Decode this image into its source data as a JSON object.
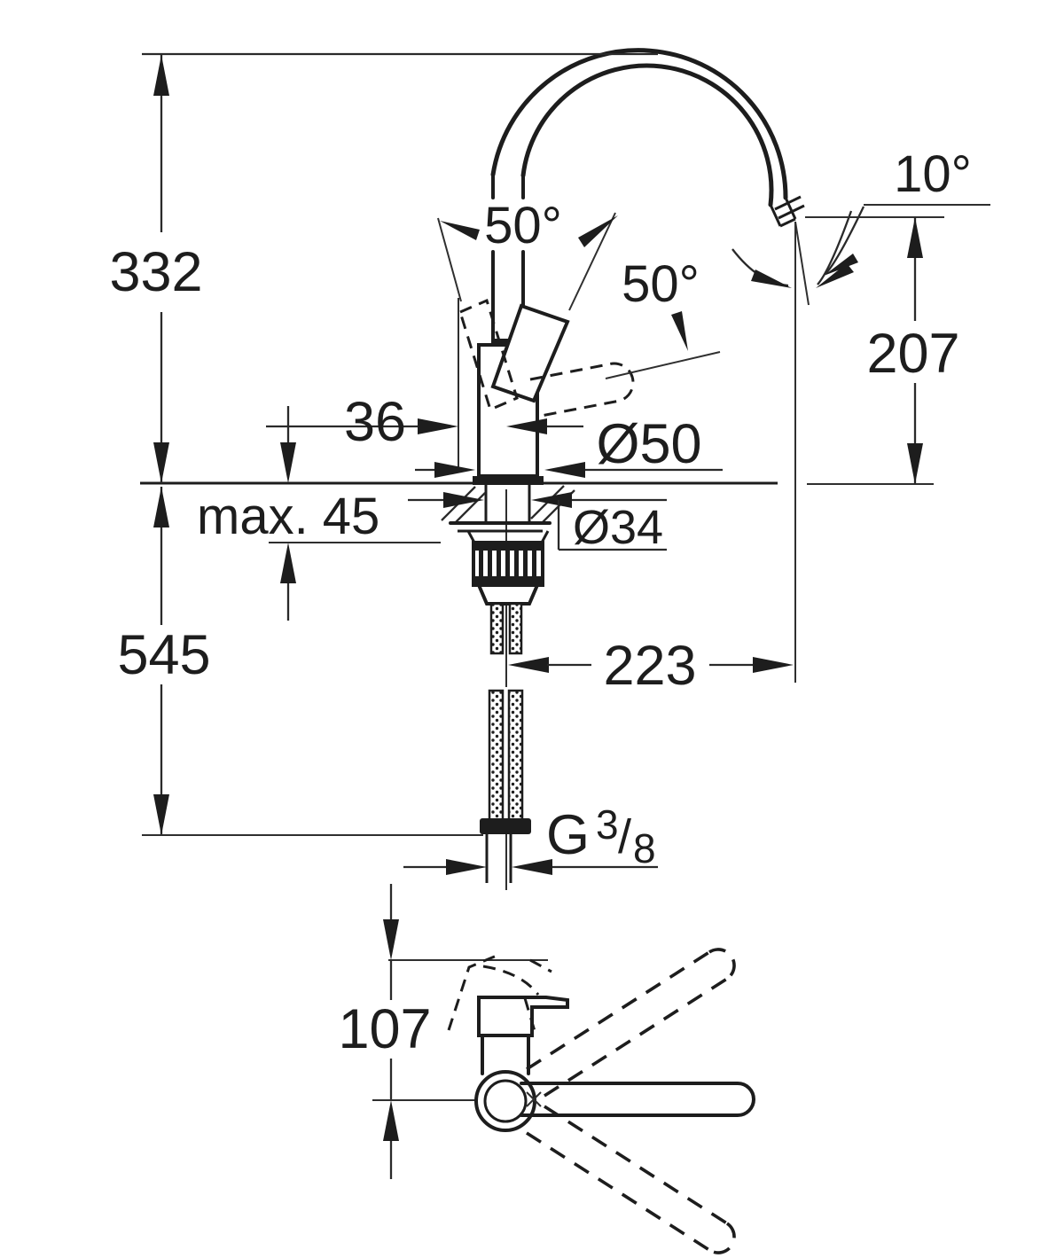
{
  "colors": {
    "ink": "#1d1d1d",
    "background": "#ffffff"
  },
  "labels": {
    "overall_height": "332",
    "below_deck_height": "545",
    "deck_thickness": "max. 45",
    "handle_offset": "36",
    "base_diameter": "Ø50",
    "hole_diameter": "Ø34",
    "handle_angle_left": "50°",
    "handle_angle_right": "50°",
    "spout_tilt_angle": "10°",
    "spout_height": "207",
    "spout_reach": "223",
    "thread_g": "G",
    "thread_numerator": "3",
    "thread_divider": "/",
    "thread_denominator": "8",
    "plan_depth": "107"
  }
}
